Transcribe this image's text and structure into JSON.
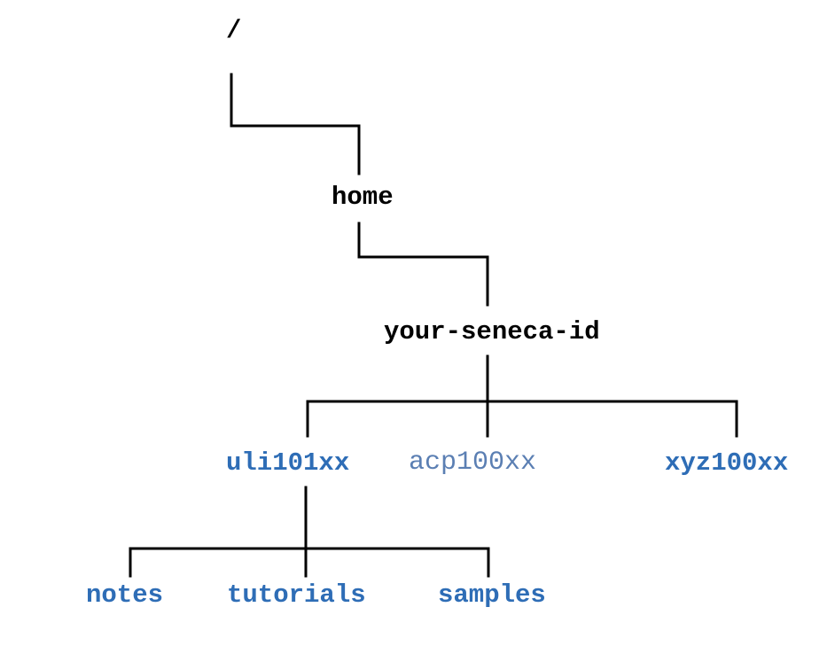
{
  "tree": {
    "root": {
      "label": "/"
    },
    "home": {
      "label": "home"
    },
    "user": {
      "label": "your-seneca-id"
    },
    "courses": [
      {
        "label": "uli101xx"
      },
      {
        "label": "acp100xx"
      },
      {
        "label": "xyz100xx"
      }
    ],
    "subdirs": [
      {
        "label": "notes"
      },
      {
        "label": "tutorials"
      },
      {
        "label": "samples"
      }
    ]
  },
  "colors": {
    "text": "#000000",
    "directory_blue": "#2e6db6",
    "directory_blue_muted": "#5b7fb3",
    "connector": "#000000"
  }
}
